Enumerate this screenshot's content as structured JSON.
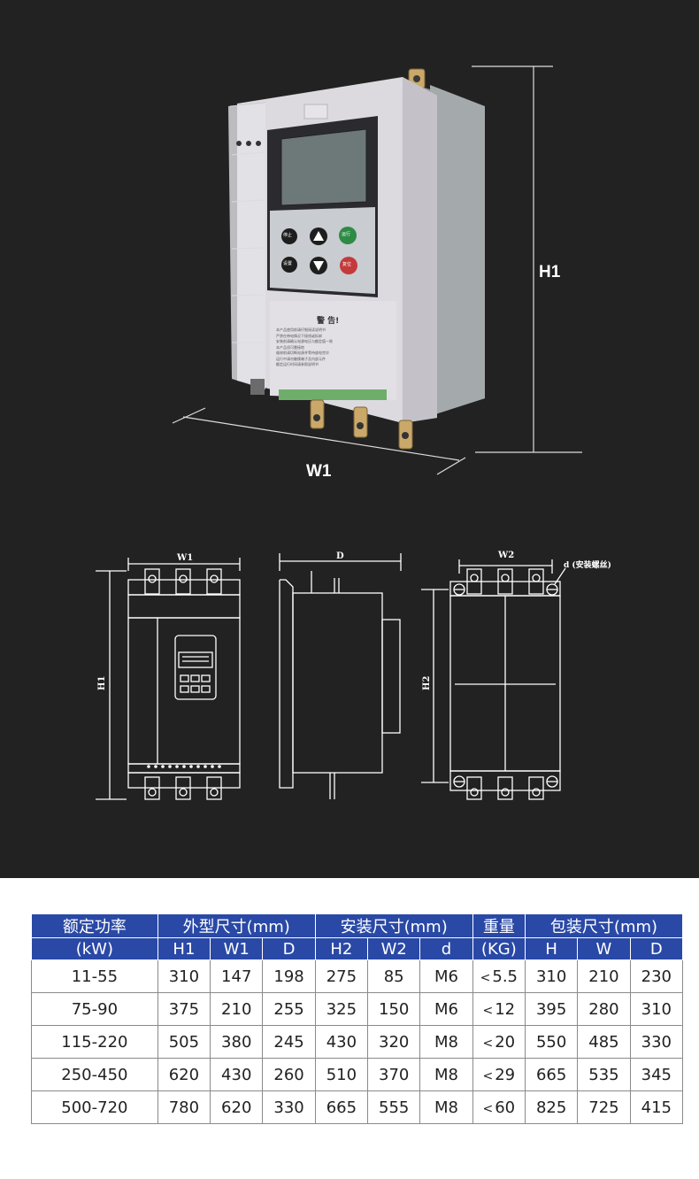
{
  "photo": {
    "dim_h": "H1",
    "dim_w": "W1",
    "panel_warning_title": "警 告!",
    "panel_warning_lines": [
      "本产品使用前请仔细阅读说明书",
      "严禁在带电情况下接线或拆卸",
      "安装前请确认电源电压与额定值一致",
      "本产品须可靠接地",
      "维修前请切断电源并等待放电完毕",
      "运行中请勿触摸端子及内部元件",
      "额定运行时间请参照说明书"
    ],
    "keys": {
      "top_left": "停止",
      "top_right": "运行",
      "bottom_left": "设置",
      "bottom_right": "复位"
    }
  },
  "drawing": {
    "front": {
      "w1": "W1",
      "h1": "H1"
    },
    "side": {
      "d": "D"
    },
    "mount": {
      "w2": "W2",
      "h2": "H2",
      "d_note": "d (安装螺丝)"
    }
  },
  "table": {
    "headers_top": {
      "power": "额定功率",
      "outer": "外型尺寸(mm)",
      "install": "安装尺寸(mm)",
      "weight": "重量",
      "package": "包装尺寸(mm)"
    },
    "headers_sub": {
      "power_unit": "(kW)",
      "h1": "H1",
      "w1": "W1",
      "d": "D",
      "h2": "H2",
      "w2": "W2",
      "dd": "d",
      "weight_unit": "(KG)",
      "ph": "H",
      "pw": "W",
      "pd": "D"
    },
    "rows": [
      {
        "power": "11-55",
        "h1": "310",
        "w1": "147",
        "d": "198",
        "h2": "275",
        "w2": "85",
        "dd": "M6",
        "lt": "<",
        "kg": "5.5",
        "ph": "310",
        "pw": "210",
        "pd": "230"
      },
      {
        "power": "75-90",
        "h1": "375",
        "w1": "210",
        "d": "255",
        "h2": "325",
        "w2": "150",
        "dd": "M6",
        "lt": "<",
        "kg": "12",
        "ph": "395",
        "pw": "280",
        "pd": "310"
      },
      {
        "power": "115-220",
        "h1": "505",
        "w1": "380",
        "d": "245",
        "h2": "430",
        "w2": "320",
        "dd": "M8",
        "lt": "<",
        "kg": "20",
        "ph": "550",
        "pw": "485",
        "pd": "330"
      },
      {
        "power": "250-450",
        "h1": "620",
        "w1": "430",
        "d": "260",
        "h2": "510",
        "w2": "370",
        "dd": "M8",
        "lt": "<",
        "kg": "29",
        "ph": "665",
        "pw": "535",
        "pd": "345"
      },
      {
        "power": "500-720",
        "h1": "780",
        "w1": "620",
        "d": "330",
        "h2": "665",
        "w2": "555",
        "dd": "M8",
        "lt": "<",
        "kg": "60",
        "ph": "825",
        "pw": "725",
        "pd": "415"
      }
    ]
  }
}
